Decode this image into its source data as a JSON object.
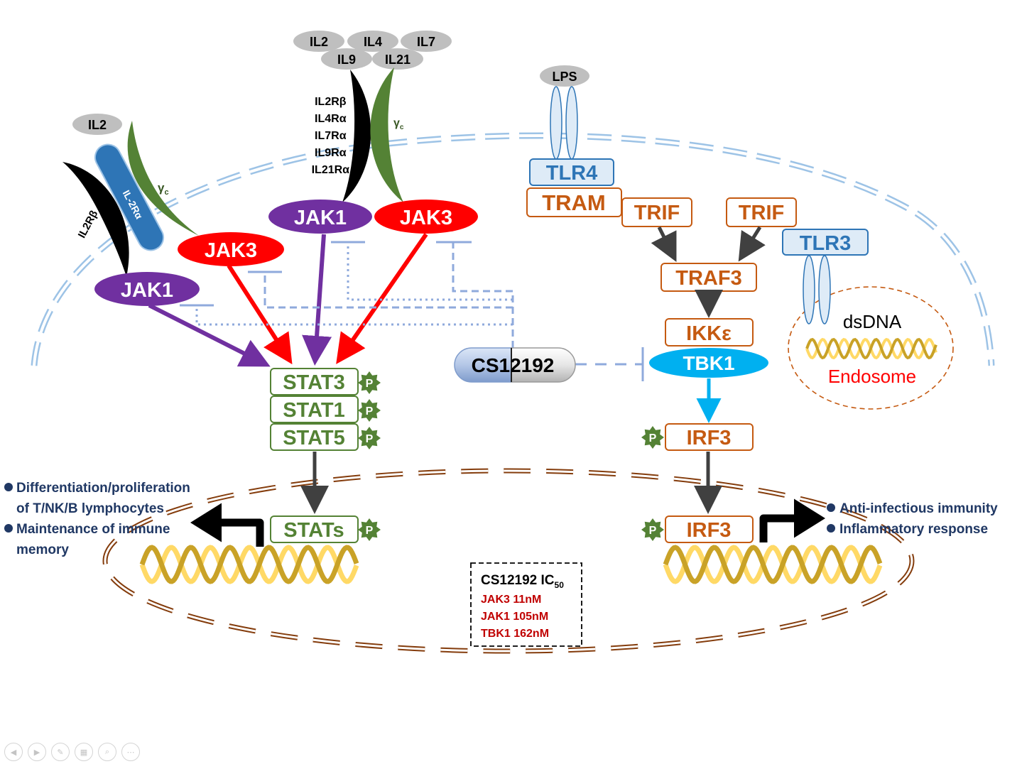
{
  "cytokines": {
    "left_il2": "IL2",
    "top": [
      "IL2",
      "IL4",
      "IL7",
      "IL9",
      "IL21"
    ]
  },
  "receptors": {
    "left_beta": "IL2Rβ",
    "left_alpha": "IL-2Rα",
    "gamma": "γ",
    "gamma_sub": "c",
    "center_alpha_list": [
      "IL2Rβ",
      "IL4Rα",
      "IL7Rα",
      "IL9Rα",
      "IL21Rα"
    ]
  },
  "kinases": {
    "jak1": "JAK1",
    "jak3": "JAK3"
  },
  "stats": [
    "STAT3",
    "STAT1",
    "STAT5"
  ],
  "stats_nuclear": "STATs",
  "phospho": "P",
  "inhibitor": "CS12192",
  "tlr": {
    "lps": "LPS",
    "tlr4": "TLR4",
    "tram": "TRAM",
    "trif": "TRIF",
    "tlr3": "TLR3",
    "traf3": "TRAF3",
    "ikke": "IKKε",
    "tbk1": "TBK1",
    "irf3": "IRF3",
    "dsdna": "dsDNA",
    "endosome": "Endosome"
  },
  "outcomes_left": [
    "Differentiation/proliferation",
    "of T/NK/B lymphocytes",
    "Maintenance of immune",
    "memory"
  ],
  "outcomes_right": [
    "Anti-infectious immunity",
    "Inflammatory response"
  ],
  "ic50_box": {
    "title": "CS12192 IC",
    "title_sub": "50",
    "rows": [
      "JAK3 11nM",
      "JAK1 105nM",
      "TBK1 162nM"
    ]
  },
  "colors": {
    "jak1": "#7030a0",
    "jak3": "#ff0000",
    "stat": "#548235",
    "tlr_orange": "#c55a11",
    "tlr_blue": "#2e75b6",
    "tbk1": "#00b0f0",
    "inhibit_line": "#8faadc",
    "nucleus": "#843c0c",
    "ic50_red": "#c00000",
    "outcome_text": "#203864"
  },
  "toolbar": [
    "previous-slide",
    "next-slide",
    "pen",
    "slides-grid",
    "zoom",
    "more-options"
  ]
}
